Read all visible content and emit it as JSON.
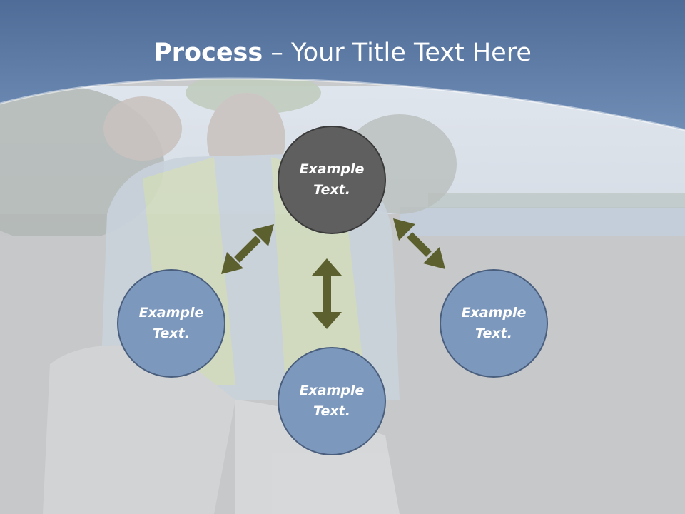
{
  "slide": {
    "title_bold": "Process",
    "title_rest": " – Your Title Text Here"
  },
  "diagram": {
    "nodes": [
      {
        "id": "top",
        "line1": "Example",
        "line2": "Text.",
        "color": "#5f5f5f"
      },
      {
        "id": "left",
        "line1": "Example",
        "line2": "Text.",
        "color": "#7d98bd"
      },
      {
        "id": "right",
        "line1": "Example",
        "line2": "Text.",
        "color": "#7d98bd"
      },
      {
        "id": "bottom",
        "line1": "Example",
        "line2": "Text.",
        "color": "#7d98bd"
      }
    ],
    "arrow_color": "#5c5f2e"
  },
  "colors": {
    "header_blue": "#4f6d98",
    "photo_overlay": "#c9d2dd"
  }
}
